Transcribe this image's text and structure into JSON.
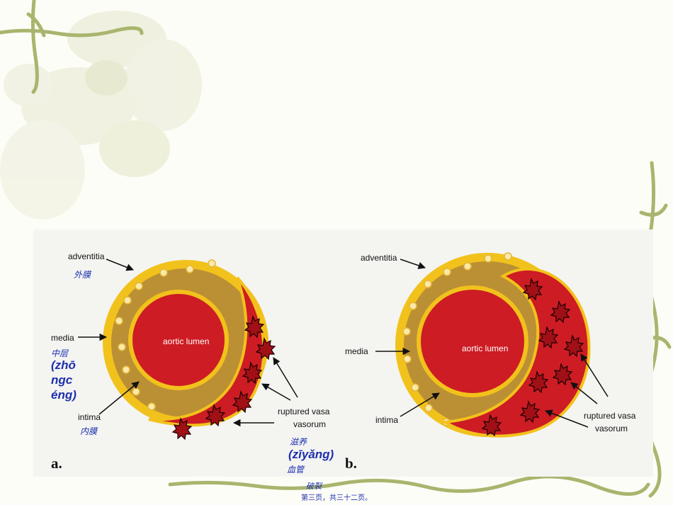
{
  "panel_a": {
    "letter": "a.",
    "lumen": "aortic lumen",
    "adventitia": "adventitia",
    "adventitia_cn": "外膜",
    "media": "media",
    "media_cn": "中层",
    "media_pinyin": "(zhō ngc éng)",
    "intima": "intima",
    "intima_cn": "内膜",
    "ruptured_line1": "ruptured vasa",
    "ruptured_line2": "vasorum",
    "ruptured_cn1": "滋养",
    "ruptured_pinyin": "(zīyǎng)",
    "ruptured_cn2": "血管",
    "ruptured_cn3": "破裂"
  },
  "panel_b": {
    "letter": "b.",
    "lumen": "aortic lumen",
    "adventitia": "adventitia",
    "media": "media",
    "intima": "intima",
    "ruptured_line1": "ruptured vasa",
    "ruptured_line2": "vasorum"
  },
  "footer": "第三页，共三十二页。",
  "colors": {
    "lumen_red": "#cd1c24",
    "adventitia_yellow": "#f2c21c",
    "media_brown": "#bb9034",
    "vine_green": "#a9b56e",
    "cn_blue": "#1c2fb0"
  }
}
